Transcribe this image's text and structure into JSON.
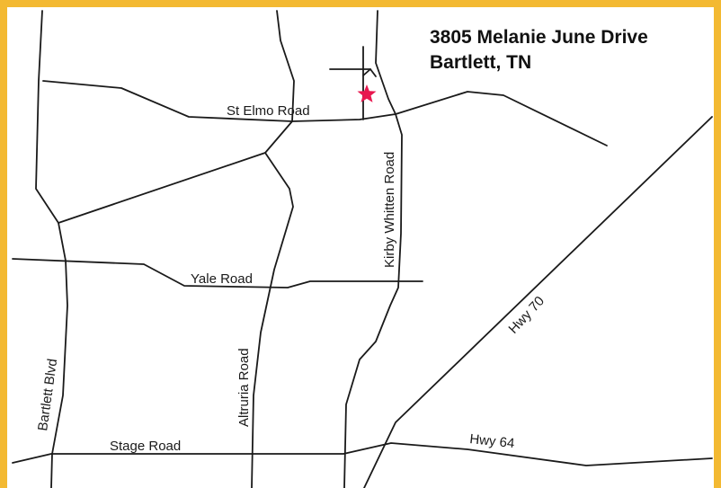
{
  "address": {
    "line1": "3805 Melanie June Drive",
    "line2": "Bartlett, TN"
  },
  "roads": {
    "st_elmo": "St Elmo Road",
    "kirby_whitten": "Kirby Whitten Road",
    "yale": "Yale Road",
    "hwy70": "Hwy 70",
    "bartlett_blvd": "Bartlett Blvd",
    "altruria": "Altruria Road",
    "stage": "Stage Road",
    "hwy64": "Hwy 64"
  },
  "marker": {
    "icon": "star-icon",
    "color": "#e8174f"
  },
  "colors": {
    "border": "#f3b932",
    "road": "#1a1a1a"
  }
}
